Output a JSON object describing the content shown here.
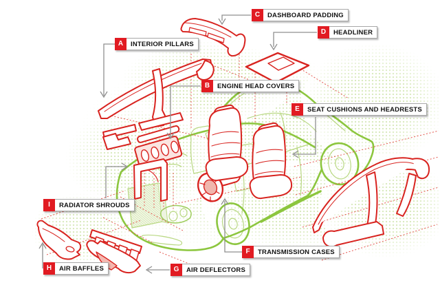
{
  "diagram": {
    "callouts": [
      {
        "key": "A",
        "label": "INTERIOR PILLARS"
      },
      {
        "key": "B",
        "label": "ENGINE HEAD COVERS"
      },
      {
        "key": "C",
        "label": "DASHBOARD PADDING"
      },
      {
        "key": "D",
        "label": "HEADLINER"
      },
      {
        "key": "E",
        "label": "SEAT CUSHIONS AND HEADRESTS"
      },
      {
        "key": "F",
        "label": "TRANSMISSION CASES"
      },
      {
        "key": "G",
        "label": "AIR DEFLECTORS"
      },
      {
        "key": "H",
        "label": "AIR BAFFLES"
      },
      {
        "key": "I",
        "label": "RADIATOR SHROUDS"
      }
    ],
    "colors": {
      "part_outline_red": "#d8231f",
      "projection_dotted_red": "#e4564e",
      "car_green": "#8cc63e",
      "car_green_light": "#b9d883",
      "halftone_green": "#cde4a9",
      "leader_gray": "#8f8f8f",
      "callout_key_bg": "#e11b22",
      "callout_key_text": "#ffffff",
      "callout_text": "#111111",
      "callout_border": "#a8a8a8",
      "shade_pink": "#f5b8b0"
    }
  }
}
